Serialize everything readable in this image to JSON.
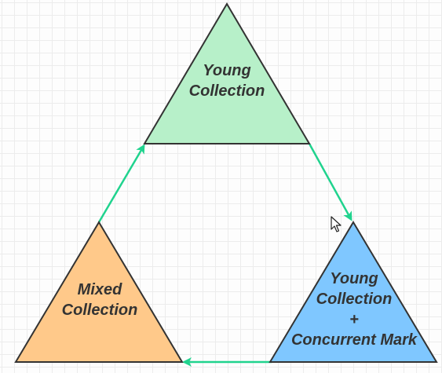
{
  "diagram": {
    "nodes": [
      {
        "id": "young",
        "lines": [
          "Young",
          "Collection"
        ],
        "fill": "#b7f0c9"
      },
      {
        "id": "young-concurrent",
        "lines": [
          "Young",
          "Collection",
          "+",
          "Concurrent Mark"
        ],
        "fill": "#7fc7ff"
      },
      {
        "id": "mixed",
        "lines": [
          "Mixed",
          "Collection"
        ],
        "fill": "#ffc98a"
      }
    ],
    "edges": [
      {
        "from": "young",
        "to": "young-concurrent"
      },
      {
        "from": "young-concurrent",
        "to": "mixed"
      },
      {
        "from": "mixed",
        "to": "young"
      }
    ],
    "colors": {
      "edge": "#20d38e",
      "outline": "#333333",
      "text": "#333333",
      "grid": "#ececec"
    }
  },
  "icons": {
    "cursor": "mouse-pointer-icon"
  }
}
